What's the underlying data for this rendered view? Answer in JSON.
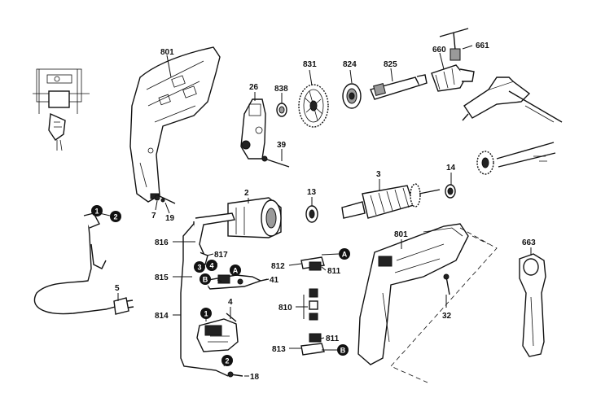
{
  "labels": {
    "l801a": "801",
    "l831": "831",
    "l824": "824",
    "l825": "825",
    "l660": "660",
    "l661": "661",
    "l26": "26",
    "l838": "838",
    "l39": "39",
    "l7": "7",
    "l19": "19",
    "l2": "2",
    "l13": "13",
    "l3": "3",
    "l14": "14",
    "l816": "816",
    "l817": "817",
    "l815": "815",
    "l41": "41",
    "l812": "812",
    "l811a": "811",
    "l810": "810",
    "l811b": "811",
    "l813": "813",
    "l4": "4",
    "l814": "814",
    "l18": "18",
    "l5": "5",
    "l801b": "801",
    "l32": "32",
    "l663": "663"
  },
  "badges": {
    "b1a": "1",
    "b2a": "2",
    "b3": "3",
    "b4": "4",
    "bA1": "A",
    "bB1": "B",
    "bA2": "A",
    "bB2": "B",
    "b1b": "1",
    "b2b": "2"
  }
}
